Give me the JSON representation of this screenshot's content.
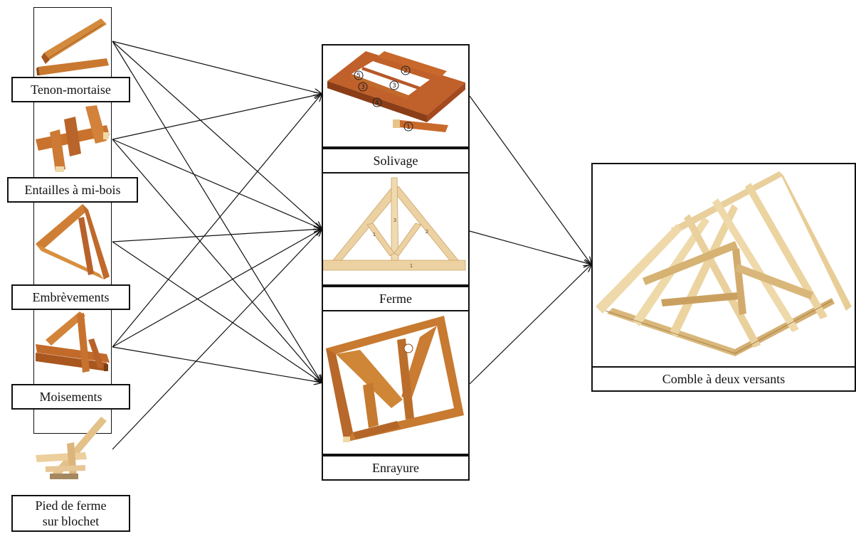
{
  "joints": [
    {
      "id": "tenon",
      "label": "Tenon-mortaise",
      "icon": "tenon-mortise-joint-image"
    },
    {
      "id": "entailles",
      "label": "Entailles à mi-bois",
      "icon": "half-lap-joint-image"
    },
    {
      "id": "embrevements",
      "label": "Embrèvements",
      "icon": "birdsmouth-joint-image"
    },
    {
      "id": "moisements",
      "label": "Moisements",
      "icon": "clamped-beam-joint-image"
    },
    {
      "id": "pied",
      "label": "Pied de ferme sur blochet",
      "label_lines": [
        "Pied de ferme",
        "sur blochet"
      ],
      "icon": "truss-foot-on-blochet-image"
    }
  ],
  "assemblies": [
    {
      "id": "solivage",
      "label": "Solivage",
      "icon": "joist-frame-image"
    },
    {
      "id": "ferme",
      "label": "Ferme",
      "icon": "roof-truss-image"
    },
    {
      "id": "enrayure",
      "label": "Enrayure",
      "icon": "enrayure-frame-image"
    }
  ],
  "result": {
    "id": "comble",
    "label": "Comble à deux versants",
    "icon": "gable-roof-frame-image"
  },
  "solivage_markers": [
    "1",
    "2",
    "3",
    "3",
    "4",
    "5"
  ],
  "ferme_markers": [
    "1",
    "2",
    "3",
    "1"
  ],
  "connections": [
    {
      "from": "tenon",
      "to": "solivage"
    },
    {
      "from": "tenon",
      "to": "ferme"
    },
    {
      "from": "tenon",
      "to": "enrayure"
    },
    {
      "from": "entailles",
      "to": "solivage"
    },
    {
      "from": "entailles",
      "to": "ferme"
    },
    {
      "from": "entailles",
      "to": "enrayure"
    },
    {
      "from": "embrevements",
      "to": "ferme"
    },
    {
      "from": "embrevements",
      "to": "enrayure"
    },
    {
      "from": "moisements",
      "to": "solivage"
    },
    {
      "from": "moisements",
      "to": "ferme"
    },
    {
      "from": "moisements",
      "to": "enrayure"
    },
    {
      "from": "pied",
      "to": "ferme"
    },
    {
      "from": "solivage",
      "to": "comble"
    },
    {
      "from": "ferme",
      "to": "comble"
    },
    {
      "from": "enrayure",
      "to": "comble"
    }
  ],
  "colors": {
    "wood_dark": "#b4561e",
    "wood_mid": "#d4873c",
    "wood_light": "#e8c48a",
    "line": "#111111"
  }
}
